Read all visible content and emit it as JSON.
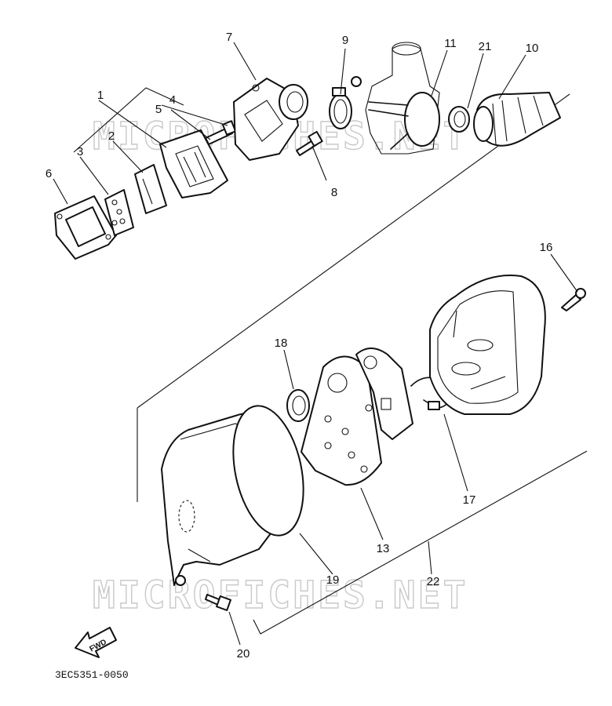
{
  "watermark": "MICROFICHES.NET",
  "fwd_label": "FWD",
  "diagram_code": "3EC5351-0050",
  "callouts": {
    "c1": "1",
    "c2": "2",
    "c3": "3",
    "c4": "4",
    "c5": "5",
    "c6": "6",
    "c7": "7",
    "c8": "8",
    "c9": "9",
    "c10": "10",
    "c11": "11",
    "c13": "13",
    "c16": "16",
    "c17": "17",
    "c18": "18",
    "c19": "19",
    "c20": "20",
    "c21": "21",
    "c22": "22"
  }
}
